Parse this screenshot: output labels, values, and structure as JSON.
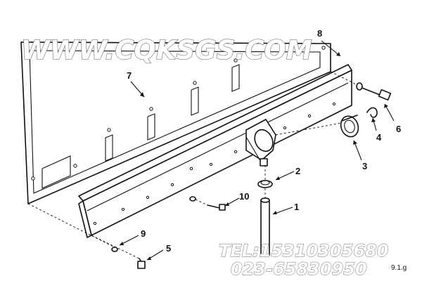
{
  "watermark": {
    "site": "WWW.CQKSGS.COM",
    "phone": "TEL:15310305680",
    "alt_phone": "023-65830950"
  },
  "figure_tag": "9.1.g",
  "callouts": [
    {
      "id": "1",
      "label": "1"
    },
    {
      "id": "2",
      "label": "2"
    },
    {
      "id": "3",
      "label": "3"
    },
    {
      "id": "4",
      "label": "4"
    },
    {
      "id": "5",
      "label": "5"
    },
    {
      "id": "6",
      "label": "6"
    },
    {
      "id": "7",
      "label": "7"
    },
    {
      "id": "8",
      "label": "8"
    },
    {
      "id": "9",
      "label": "9"
    },
    {
      "id": "10",
      "label": "10"
    }
  ]
}
